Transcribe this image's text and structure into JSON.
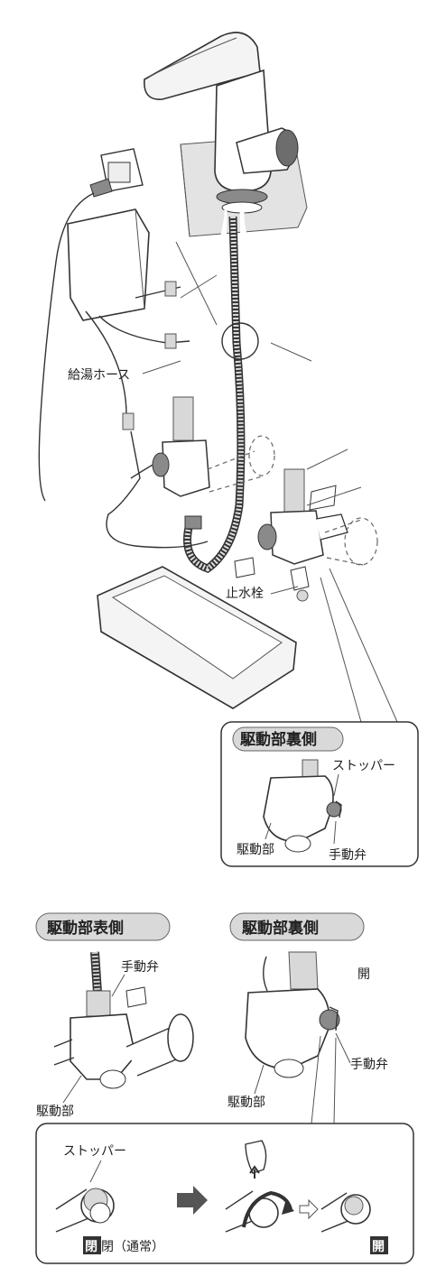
{
  "labels": {
    "hot_water_hose": "給湯ホース",
    "stop_valve": "止水栓",
    "drive_back_header": "駆動部裏側",
    "stopper": "ストッパー",
    "drive_unit": "駆動部",
    "manual_valve": "手動弁",
    "drive_front_header": "駆動部表側",
    "open": "開",
    "closed_normal": "閉（通常）"
  },
  "colors": {
    "line": "#333333",
    "header_pill": "#d9d9d9",
    "arrow": "#555555"
  }
}
